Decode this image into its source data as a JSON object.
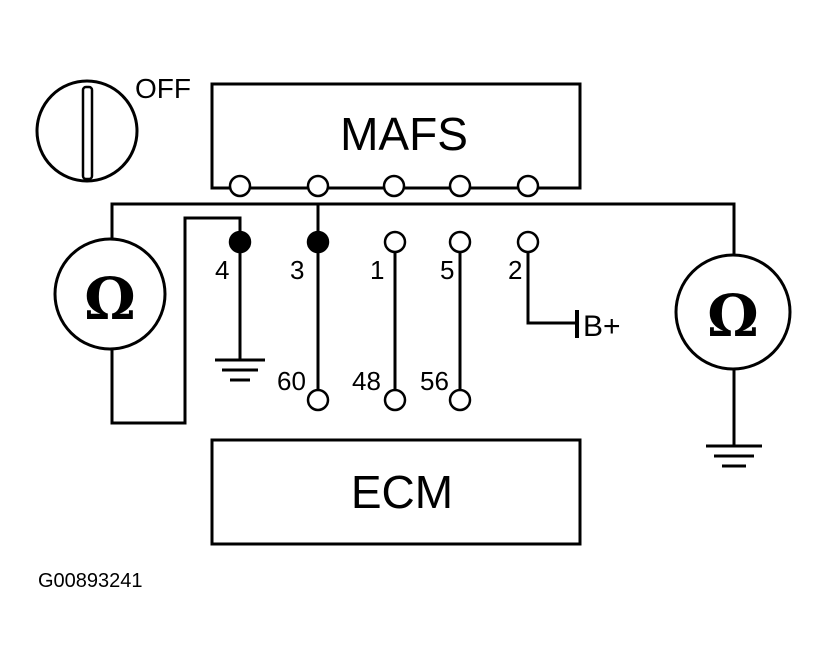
{
  "ignition": {
    "state_label": "OFF"
  },
  "mafs": {
    "title": "MAFS",
    "pin_labels": [
      "4",
      "3",
      "1",
      "5",
      "2"
    ]
  },
  "ecm": {
    "title": "ECM",
    "pin_labels": [
      "60",
      "48",
      "56"
    ]
  },
  "meters": {
    "symbol": "Ω"
  },
  "power": {
    "label": "B+"
  },
  "figure_id": "G00893241"
}
